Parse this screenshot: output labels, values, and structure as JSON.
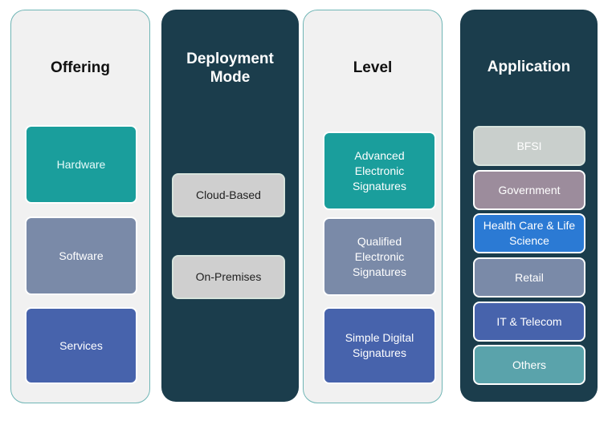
{
  "columns": [
    {
      "title": "Offering",
      "theme": "light",
      "items": [
        {
          "label": "Hardware",
          "color": "#1a9e9c"
        },
        {
          "label": "Software",
          "color": "#7a8aa8"
        },
        {
          "label": "Services",
          "color": "#4763ac"
        }
      ]
    },
    {
      "title": "Deployment Mode",
      "theme": "dark",
      "items": [
        {
          "label": "Cloud-Based",
          "color": "#cfcfcf"
        },
        {
          "label": "On-Premises",
          "color": "#cfcfcf"
        }
      ]
    },
    {
      "title": "Level",
      "theme": "light",
      "items": [
        {
          "label": "Advanced Electronic Signatures",
          "color": "#1a9e9c"
        },
        {
          "label": "Qualified Electronic Signatures",
          "color": "#7a8aa8"
        },
        {
          "label": "Simple Digital Signatures",
          "color": "#4763ac"
        }
      ]
    },
    {
      "title": "Application",
      "theme": "dark",
      "items": [
        {
          "label": "BFSI",
          "color": "#c9cfcc"
        },
        {
          "label": "Government",
          "color": "#9c8c9c"
        },
        {
          "label": "Health Care & Life Science",
          "color": "#2b7ad4"
        },
        {
          "label": "Retail",
          "color": "#7a8aa8"
        },
        {
          "label": "IT & Telecom",
          "color": "#4763ac"
        },
        {
          "label": "Others",
          "color": "#5aa3ab"
        }
      ]
    }
  ]
}
